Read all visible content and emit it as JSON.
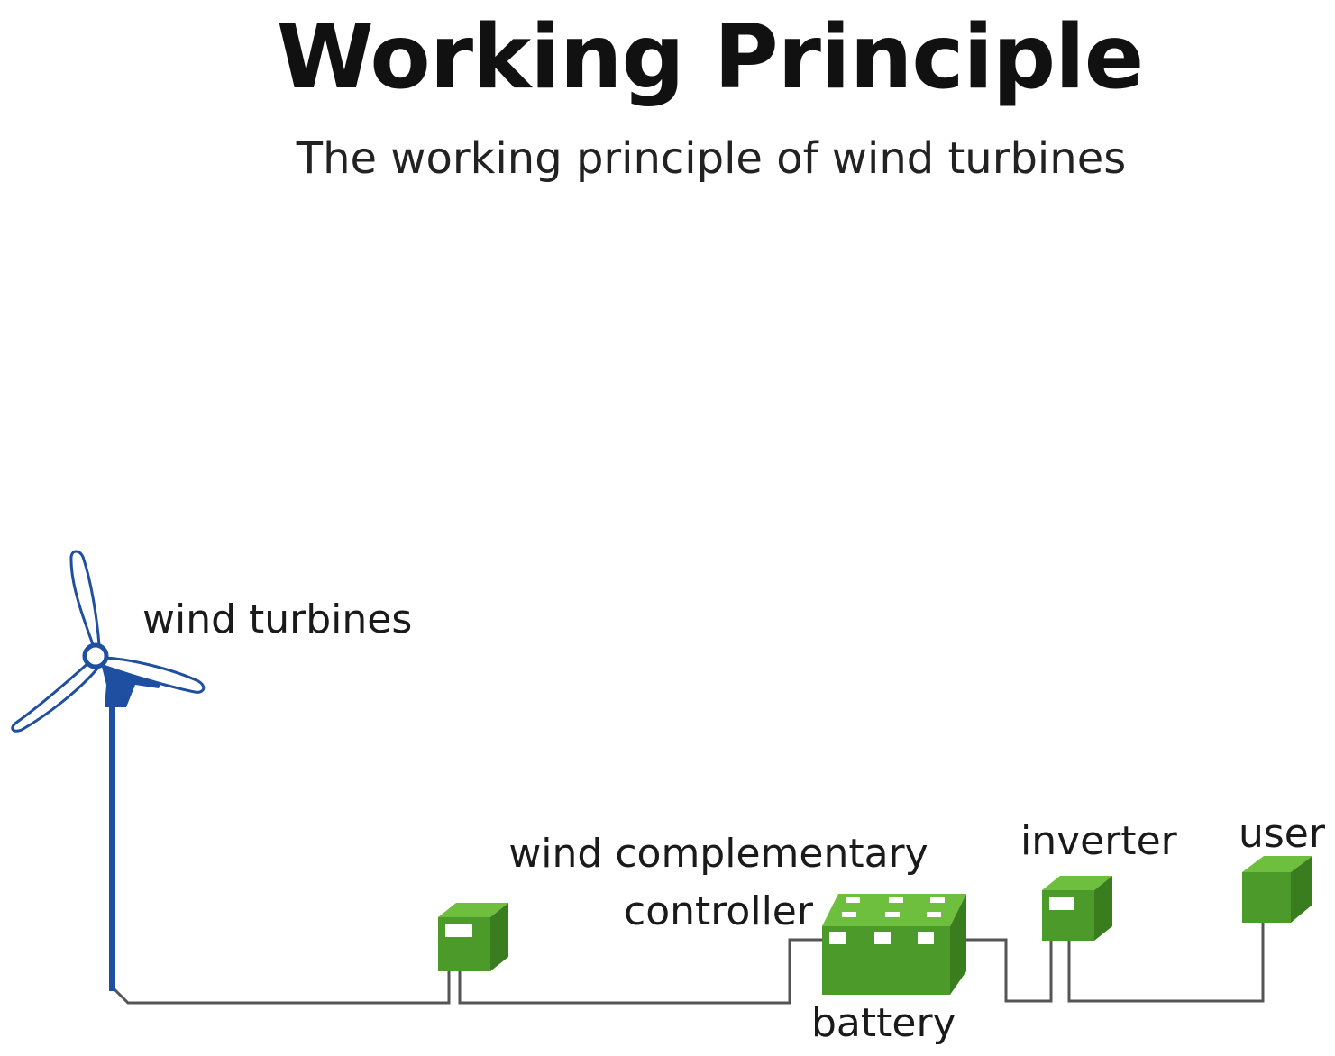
{
  "header": {
    "title": "Working Principle",
    "subtitle": "The working principle of wind turbines"
  },
  "components": {
    "wind_turbine": {
      "label": "wind turbines",
      "icon": "wind-turbine-icon",
      "color": "#1f4fa0"
    },
    "controller": {
      "label_line1": "wind complementary",
      "label_line2": "controller",
      "icon": "controller-box-icon",
      "color": "#4c9a2a"
    },
    "battery": {
      "label": "battery",
      "icon": "battery-icon",
      "color": "#4c9a2a"
    },
    "inverter": {
      "label": "inverter",
      "icon": "inverter-box-icon",
      "color": "#4c9a2a"
    },
    "user": {
      "label": "user",
      "icon": "user-box-icon",
      "color": "#4c9a2a"
    }
  },
  "colors": {
    "wire": "#555555",
    "tower": "#1f4fa0",
    "green_front": "#4c9a2a",
    "green_top": "#6fbf3f",
    "green_side": "#3a7d1f"
  }
}
